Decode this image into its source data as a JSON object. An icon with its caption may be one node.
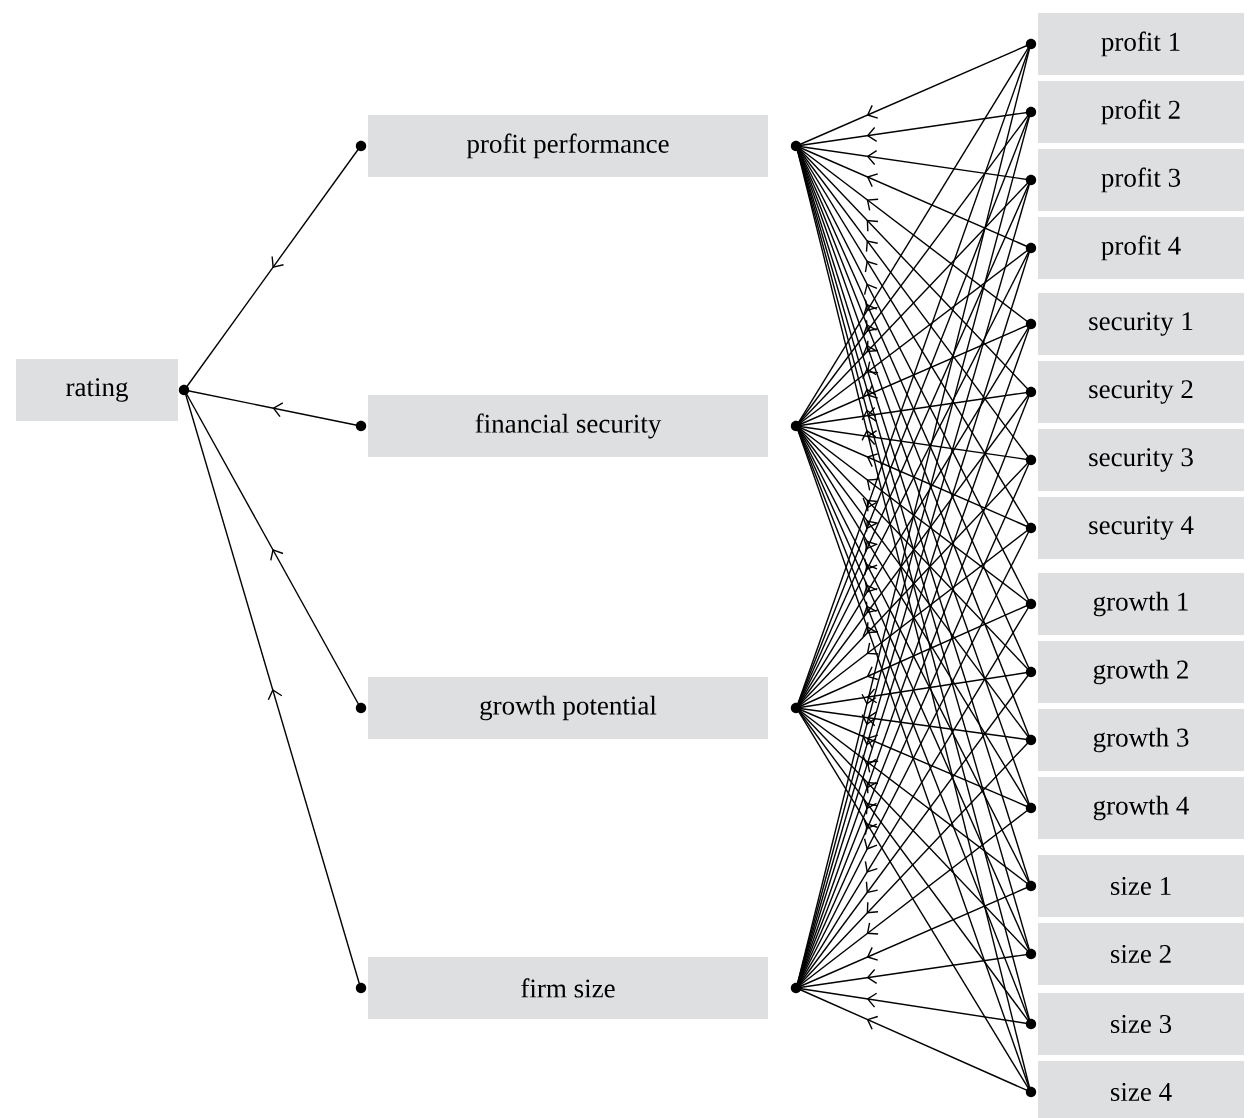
{
  "diagram": {
    "nodes": [
      {
        "text": [
          "rating"
        ]
      },
      {
        "text": [
          "profit performance"
        ]
      },
      {
        "text": [
          "financial security"
        ]
      },
      {
        "text": [
          "growth potential"
        ]
      },
      {
        "text": [
          "firm size"
        ]
      },
      {
        "text": [
          "profit 1"
        ]
      },
      {
        "text": [
          "profit 2"
        ]
      },
      {
        "text": [
          "profit 3"
        ]
      },
      {
        "text": [
          "profit 4"
        ]
      },
      {
        "text": [
          "security 1"
        ]
      },
      {
        "text": [
          "security 2"
        ]
      },
      {
        "text": [
          "security 3"
        ]
      },
      {
        "text": [
          "security 4"
        ]
      },
      {
        "text": [
          "growth 1"
        ]
      },
      {
        "text": [
          "growth 2"
        ]
      },
      {
        "text": [
          "growth 3"
        ]
      },
      {
        "text": [
          "growth 4"
        ]
      },
      {
        "text": [
          "size 1"
        ]
      },
      {
        "text": [
          "size 2"
        ]
      },
      {
        "text": [
          "size 3"
        ]
      },
      {
        "text": [
          "size 4"
        ]
      }
    ],
    "edges": [
      {
        "from": 1,
        "to": 0,
        "arrow": "to"
      },
      {
        "from": 2,
        "to": 0,
        "arrow": "to"
      },
      {
        "from": 3,
        "to": 0,
        "arrow": "to"
      },
      {
        "from": 4,
        "to": 0,
        "arrow": "to"
      },
      {
        "from": 5,
        "to": 1,
        "arrow": "to"
      },
      {
        "from": 6,
        "to": 1,
        "arrow": "to"
      },
      {
        "from": 7,
        "to": 1,
        "arrow": "to"
      },
      {
        "from": 8,
        "to": 1,
        "arrow": "to"
      },
      {
        "from": 9,
        "to": 1,
        "arrow": "to"
      },
      {
        "from": 10,
        "to": 1,
        "arrow": "to"
      },
      {
        "from": 11,
        "to": 1,
        "arrow": "to"
      },
      {
        "from": 12,
        "to": 1,
        "arrow": "to"
      },
      {
        "from": 13,
        "to": 1,
        "arrow": "to"
      },
      {
        "from": 14,
        "to": 1,
        "arrow": "to"
      },
      {
        "from": 15,
        "to": 1,
        "arrow": "to"
      },
      {
        "from": 16,
        "to": 1,
        "arrow": "to"
      },
      {
        "from": 17,
        "to": 1,
        "arrow": "to"
      },
      {
        "from": 18,
        "to": 1,
        "arrow": "to"
      },
      {
        "from": 19,
        "to": 1,
        "arrow": "to"
      },
      {
        "from": 20,
        "to": 1,
        "arrow": "to"
      },
      {
        "from": 5,
        "to": 2,
        "arrow": "to"
      },
      {
        "from": 6,
        "to": 2,
        "arrow": "to"
      },
      {
        "from": 7,
        "to": 2,
        "arrow": "to"
      },
      {
        "from": 8,
        "to": 2,
        "arrow": "to"
      },
      {
        "from": 9,
        "to": 2,
        "arrow": "to"
      },
      {
        "from": 10,
        "to": 2,
        "arrow": "to"
      },
      {
        "from": 11,
        "to": 2,
        "arrow": "to"
      },
      {
        "from": 12,
        "to": 2,
        "arrow": "to"
      },
      {
        "from": 13,
        "to": 2,
        "arrow": "to"
      },
      {
        "from": 14,
        "to": 2,
        "arrow": "to"
      },
      {
        "from": 15,
        "to": 2,
        "arrow": "to"
      },
      {
        "from": 16,
        "to": 2,
        "arrow": "to"
      },
      {
        "from": 17,
        "to": 2,
        "arrow": "to"
      },
      {
        "from": 18,
        "to": 2,
        "arrow": "to"
      },
      {
        "from": 19,
        "to": 2,
        "arrow": "to"
      },
      {
        "from": 20,
        "to": 2,
        "arrow": "to"
      },
      {
        "from": 5,
        "to": 3,
        "arrow": "to"
      },
      {
        "from": 6,
        "to": 3,
        "arrow": "to"
      },
      {
        "from": 7,
        "to": 3,
        "arrow": "to"
      },
      {
        "from": 8,
        "to": 3,
        "arrow": "to"
      },
      {
        "from": 9,
        "to": 3,
        "arrow": "to"
      },
      {
        "from": 10,
        "to": 3,
        "arrow": "to"
      },
      {
        "from": 11,
        "to": 3,
        "arrow": "to"
      },
      {
        "from": 12,
        "to": 3,
        "arrow": "to"
      },
      {
        "from": 13,
        "to": 3,
        "arrow": "to"
      },
      {
        "from": 14,
        "to": 3,
        "arrow": "to"
      },
      {
        "from": 15,
        "to": 3,
        "arrow": "to"
      },
      {
        "from": 16,
        "to": 3,
        "arrow": "to"
      },
      {
        "from": 17,
        "to": 3,
        "arrow": "to"
      },
      {
        "from": 18,
        "to": 3,
        "arrow": "to"
      },
      {
        "from": 19,
        "to": 3,
        "arrow": "to"
      },
      {
        "from": 20,
        "to": 3,
        "arrow": "to"
      },
      {
        "from": 5,
        "to": 4,
        "arrow": "to"
      },
      {
        "from": 6,
        "to": 4,
        "arrow": "to"
      },
      {
        "from": 7,
        "to": 4,
        "arrow": "to"
      },
      {
        "from": 8,
        "to": 4,
        "arrow": "to"
      },
      {
        "from": 9,
        "to": 4,
        "arrow": "to"
      },
      {
        "from": 10,
        "to": 4,
        "arrow": "to"
      },
      {
        "from": 11,
        "to": 4,
        "arrow": "to"
      },
      {
        "from": 12,
        "to": 4,
        "arrow": "to"
      },
      {
        "from": 13,
        "to": 4,
        "arrow": "to"
      },
      {
        "from": 14,
        "to": 4,
        "arrow": "to"
      },
      {
        "from": 15,
        "to": 4,
        "arrow": "to"
      },
      {
        "from": 16,
        "to": 4,
        "arrow": "to"
      },
      {
        "from": 17,
        "to": 4,
        "arrow": "to"
      },
      {
        "from": 18,
        "to": 4,
        "arrow": "to"
      },
      {
        "from": 19,
        "to": 4,
        "arrow": "to"
      },
      {
        "from": 20,
        "to": 4,
        "arrow": "to"
      }
    ]
  }
}
